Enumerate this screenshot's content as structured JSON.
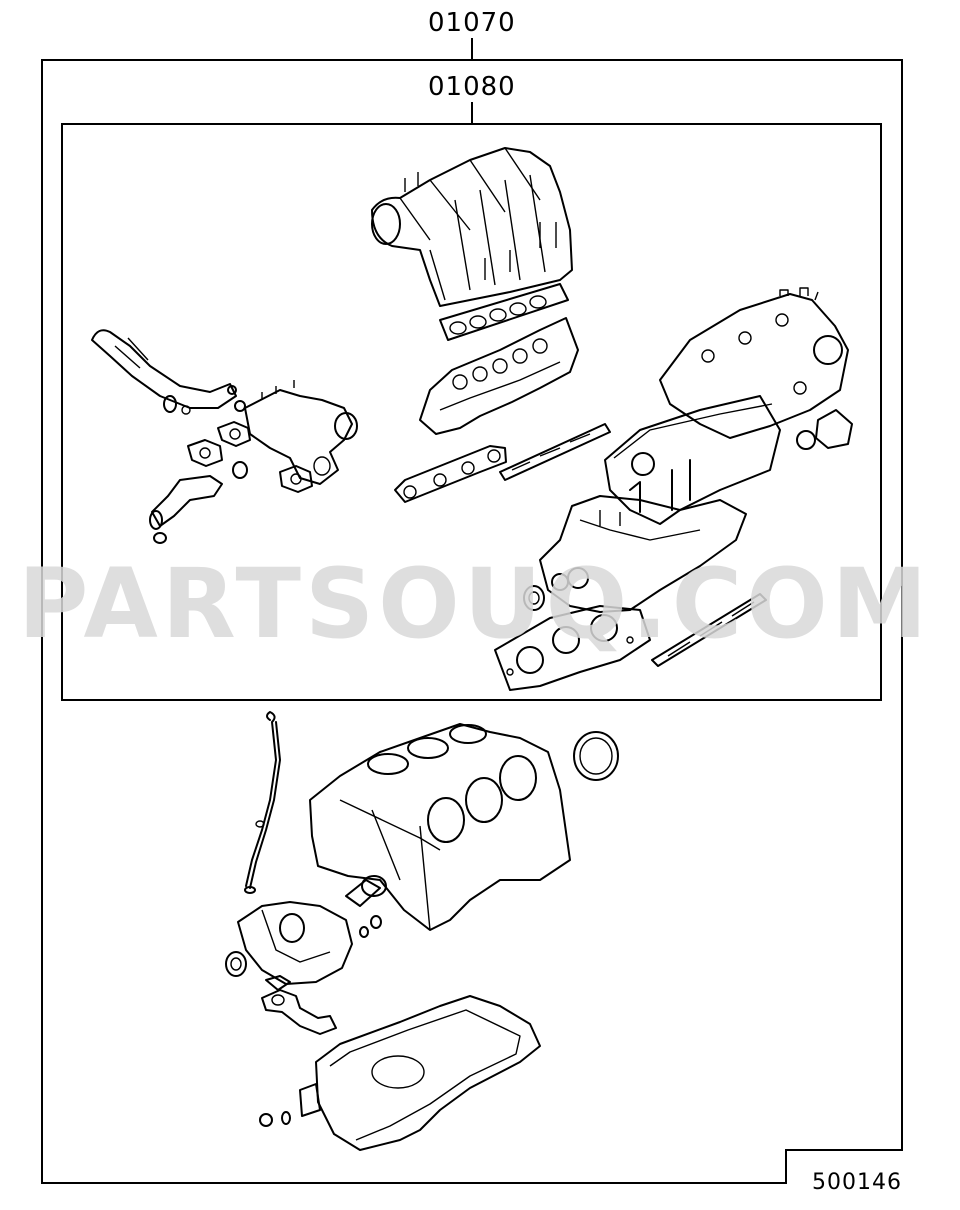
{
  "labels": {
    "outer_kit": "01070",
    "inner_kit": "01080",
    "figure_number": "500146"
  },
  "watermark": "PARTSOUQ.COM",
  "colors": {
    "line": "#000000",
    "watermark": "#d9d9d9",
    "background": "#ffffff"
  }
}
